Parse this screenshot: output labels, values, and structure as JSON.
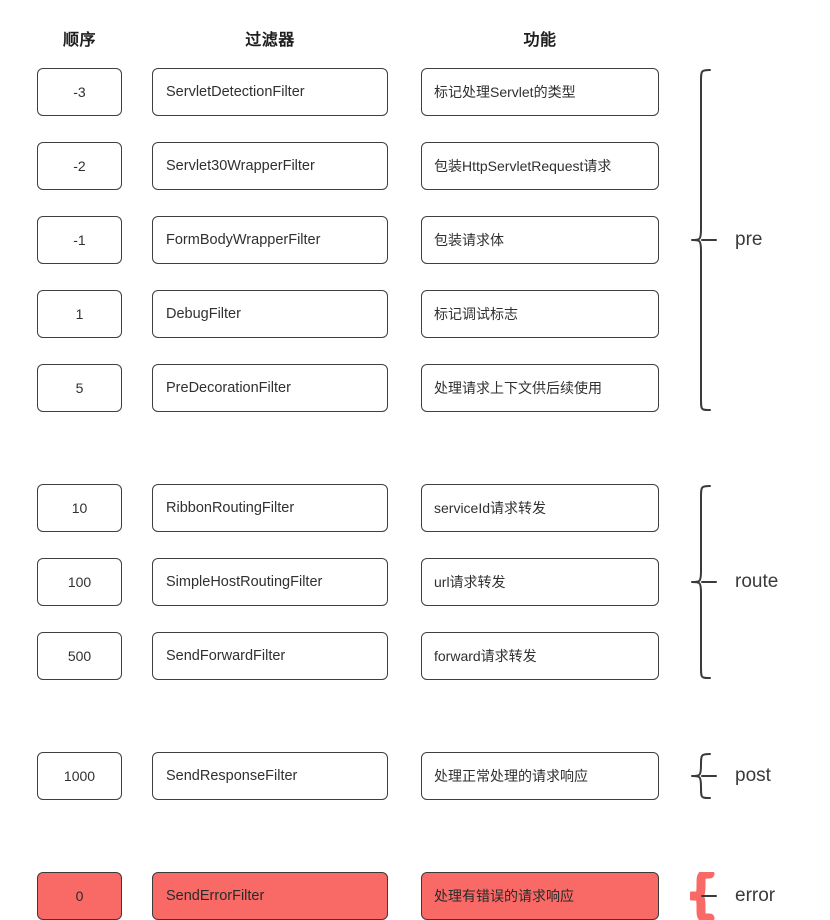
{
  "diagram": {
    "title_columns": {
      "order": "顺序",
      "filter": "过滤器",
      "function": "功能"
    },
    "colors": {
      "box_border": "#3f3f3f",
      "box_background": "#ffffff",
      "error_fill": "#f96a66",
      "error_border": "#3a3a3a",
      "text": "#303030",
      "brace": "#3a3a3a"
    },
    "sections": [
      {
        "label": "pre",
        "highlight": false,
        "rows": [
          {
            "order": "-3",
            "filter": "ServletDetectionFilter",
            "function": "标记处理Servlet的类型"
          },
          {
            "order": "-2",
            "filter": "Servlet30WrapperFilter",
            "function": "包装HttpServletRequest请求"
          },
          {
            "order": "-1",
            "filter": "FormBodyWrapperFilter",
            "function": "包装请求体"
          },
          {
            "order": "1",
            "filter": "DebugFilter",
            "function": "标记调试标志"
          },
          {
            "order": "5",
            "filter": "PreDecorationFilter",
            "function": "处理请求上下文供后续使用"
          }
        ]
      },
      {
        "label": "route",
        "highlight": false,
        "rows": [
          {
            "order": "10",
            "filter": "RibbonRoutingFilter",
            "function": "serviceId请求转发"
          },
          {
            "order": "100",
            "filter": "SimpleHostRoutingFilter",
            "function": "url请求转发"
          },
          {
            "order": "500",
            "filter": "SendForwardFilter",
            "function": "forward请求转发"
          }
        ]
      },
      {
        "label": "post",
        "highlight": false,
        "rows": [
          {
            "order": "1000",
            "filter": "SendResponseFilter",
            "function": "处理正常处理的请求响应"
          }
        ]
      },
      {
        "label": "error",
        "highlight": true,
        "rows": [
          {
            "order": "0",
            "filter": "SendErrorFilter",
            "function": "处理有错误的请求响应"
          }
        ]
      }
    ]
  }
}
